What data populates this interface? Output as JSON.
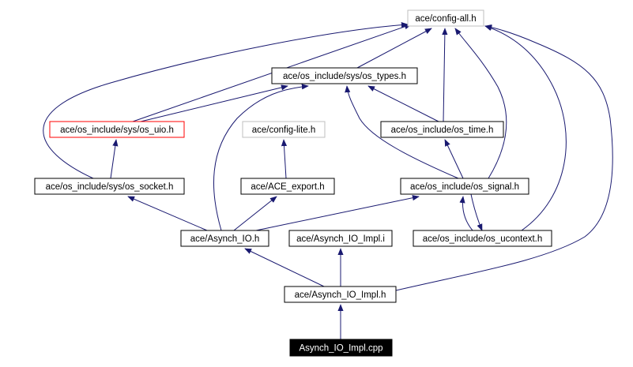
{
  "diagram": {
    "nodes": [
      {
        "id": "config_all",
        "label": "ace/config-all.h",
        "style": "gray"
      },
      {
        "id": "os_types",
        "label": "ace/os_include/sys/os_types.h",
        "style": "normal"
      },
      {
        "id": "os_uio",
        "label": "ace/os_include/sys/os_uio.h",
        "style": "red"
      },
      {
        "id": "config_lite",
        "label": "ace/config-lite.h",
        "style": "gray"
      },
      {
        "id": "os_time",
        "label": "ace/os_include/os_time.h",
        "style": "normal"
      },
      {
        "id": "os_socket",
        "label": "ace/os_include/sys/os_socket.h",
        "style": "normal"
      },
      {
        "id": "ace_export",
        "label": "ace/ACE_export.h",
        "style": "normal"
      },
      {
        "id": "os_signal",
        "label": "ace/os_include/os_signal.h",
        "style": "normal"
      },
      {
        "id": "asynch_io",
        "label": "ace/Asynch_IO.h",
        "style": "normal"
      },
      {
        "id": "asynch_impl_i",
        "label": "ace/Asynch_IO_Impl.i",
        "style": "normal"
      },
      {
        "id": "os_ucontext",
        "label": "ace/os_include/os_ucontext.h",
        "style": "normal"
      },
      {
        "id": "asynch_impl_h",
        "label": "ace/Asynch_IO_Impl.h",
        "style": "normal"
      },
      {
        "id": "asynch_cpp",
        "label": "Asynch_IO_Impl.cpp",
        "style": "root"
      }
    ],
    "edges": [
      {
        "from": "os_types",
        "to": "config_all"
      },
      {
        "from": "os_uio",
        "to": "config_all"
      },
      {
        "from": "os_uio",
        "to": "os_types"
      },
      {
        "from": "os_socket",
        "to": "config_all"
      },
      {
        "from": "os_socket",
        "to": "os_uio"
      },
      {
        "from": "os_time",
        "to": "config_all"
      },
      {
        "from": "os_time",
        "to": "os_types"
      },
      {
        "from": "os_signal",
        "to": "config_all"
      },
      {
        "from": "os_signal",
        "to": "os_types"
      },
      {
        "from": "os_signal",
        "to": "os_time"
      },
      {
        "from": "os_signal",
        "to": "os_ucontext"
      },
      {
        "from": "ace_export",
        "to": "config_lite"
      },
      {
        "from": "asynch_io",
        "to": "os_types"
      },
      {
        "from": "asynch_io",
        "to": "os_socket"
      },
      {
        "from": "asynch_io",
        "to": "ace_export"
      },
      {
        "from": "asynch_io",
        "to": "os_signal"
      },
      {
        "from": "os_ucontext",
        "to": "config_all"
      },
      {
        "from": "os_ucontext",
        "to": "os_signal"
      },
      {
        "from": "asynch_impl_h",
        "to": "asynch_io"
      },
      {
        "from": "asynch_impl_h",
        "to": "asynch_impl_i"
      },
      {
        "from": "asynch_impl_h",
        "to": "config_all"
      },
      {
        "from": "asynch_cpp",
        "to": "asynch_impl_h"
      }
    ]
  },
  "colors": {
    "edge": "#191970",
    "node_border": "#000000",
    "node_gray_border": "#bfbfbf",
    "node_red_border": "#ff0000",
    "root_fill": "#000000",
    "root_text": "#ffffff"
  }
}
